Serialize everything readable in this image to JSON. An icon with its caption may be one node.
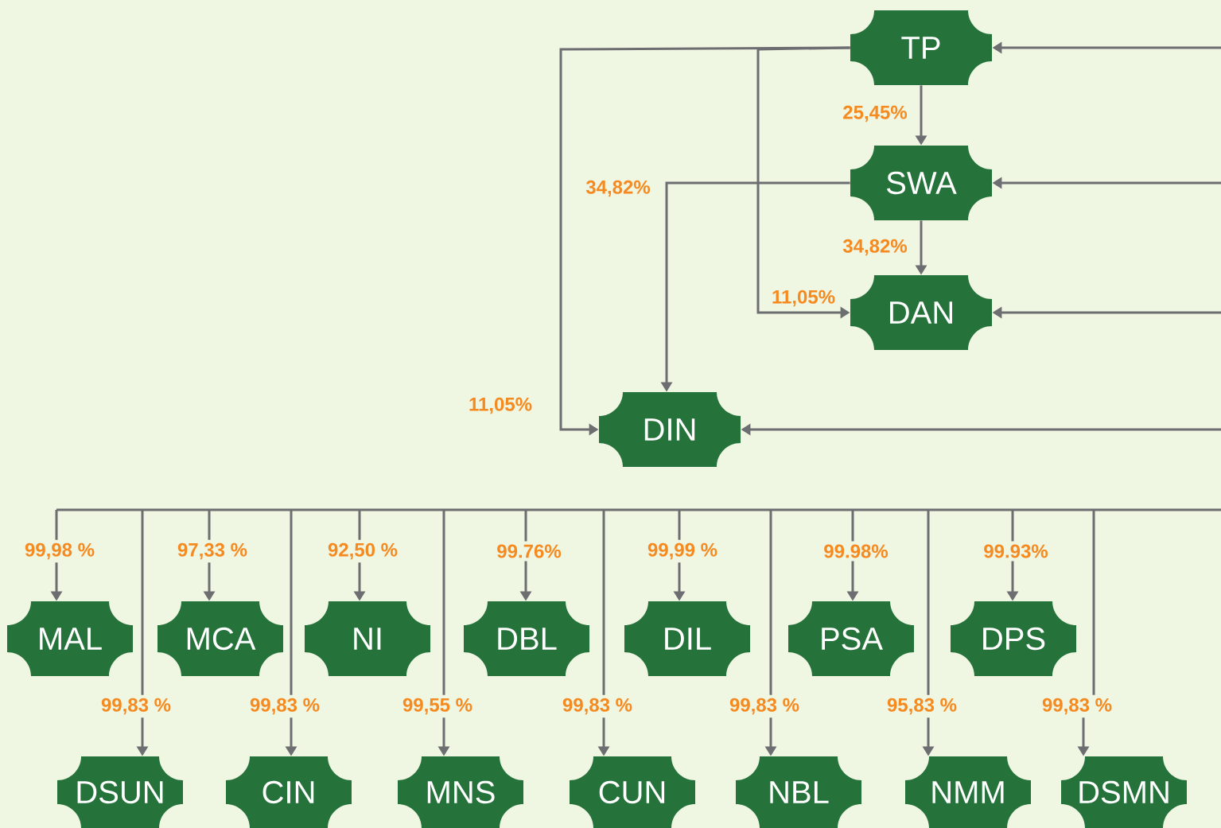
{
  "diagram": {
    "nodes": [
      {
        "text": [
          "TP"
        ]
      },
      {
        "text": [
          "SWA"
        ]
      },
      {
        "text": [
          "DAN"
        ]
      },
      {
        "text": [
          "DIN"
        ]
      },
      {
        "text": [
          "MAL"
        ]
      },
      {
        "text": [
          "MCA"
        ]
      },
      {
        "text": [
          "NI"
        ]
      },
      {
        "text": [
          "DBL"
        ]
      },
      {
        "text": [
          "DIL"
        ]
      },
      {
        "text": [
          "PSA"
        ]
      },
      {
        "text": [
          "DPS"
        ]
      },
      {
        "text": [
          "DSUN"
        ]
      },
      {
        "text": [
          "CIN"
        ]
      },
      {
        "text": [
          "MNS"
        ]
      },
      {
        "text": [
          "CUN"
        ]
      },
      {
        "text": [
          "NBL"
        ]
      },
      {
        "text": [
          "NMM"
        ]
      },
      {
        "text": [
          "DSMN"
        ]
      }
    ],
    "edges": [
      {
        "from": 0,
        "to": 1,
        "arrow": "to",
        "label": "25,45%"
      },
      {
        "from": 1,
        "to": 2,
        "arrow": "to",
        "label": "34,82%"
      },
      {
        "from": 0,
        "to": 2,
        "arrow": "to",
        "label": "11,05%"
      },
      {
        "from": 1,
        "to": 3,
        "arrow": "to",
        "label": "34,82%"
      },
      {
        "from": 0,
        "to": 3,
        "arrow": "to",
        "label": "11,05%"
      },
      {
        "from": null,
        "to": 0,
        "arrow": "to"
      },
      {
        "from": null,
        "to": 1,
        "arrow": "to"
      },
      {
        "from": null,
        "to": 2,
        "arrow": "to"
      },
      {
        "from": null,
        "to": 3,
        "arrow": "to"
      },
      {
        "from": null,
        "to": 4,
        "arrow": "to",
        "label": "99,98 %"
      },
      {
        "from": null,
        "to": 11,
        "arrow": "to",
        "label": "99,83 %"
      },
      {
        "from": null,
        "to": 5,
        "arrow": "to",
        "label": "97,33 %"
      },
      {
        "from": null,
        "to": 12,
        "arrow": "to",
        "label": "99,83 %"
      },
      {
        "from": null,
        "to": 6,
        "arrow": "to",
        "label": "92,50 %"
      },
      {
        "from": null,
        "to": 13,
        "arrow": "to",
        "label": "99,55 %"
      },
      {
        "from": null,
        "to": 7,
        "arrow": "to",
        "label": "99.76%"
      },
      {
        "from": null,
        "to": 14,
        "arrow": "to",
        "label": "99,83 %"
      },
      {
        "from": null,
        "to": 8,
        "arrow": "to",
        "label": "99,99 %"
      },
      {
        "from": null,
        "to": 15,
        "arrow": "to",
        "label": "99,83 %"
      },
      {
        "from": null,
        "to": 9,
        "arrow": "to",
        "label": "99.98%"
      },
      {
        "from": null,
        "to": 16,
        "arrow": "to",
        "label": "95,83 %"
      },
      {
        "from": null,
        "to": 10,
        "arrow": "to",
        "label": "99.93%"
      },
      {
        "from": null,
        "to": 17,
        "arrow": "to",
        "label": "99,83 %"
      }
    ]
  }
}
